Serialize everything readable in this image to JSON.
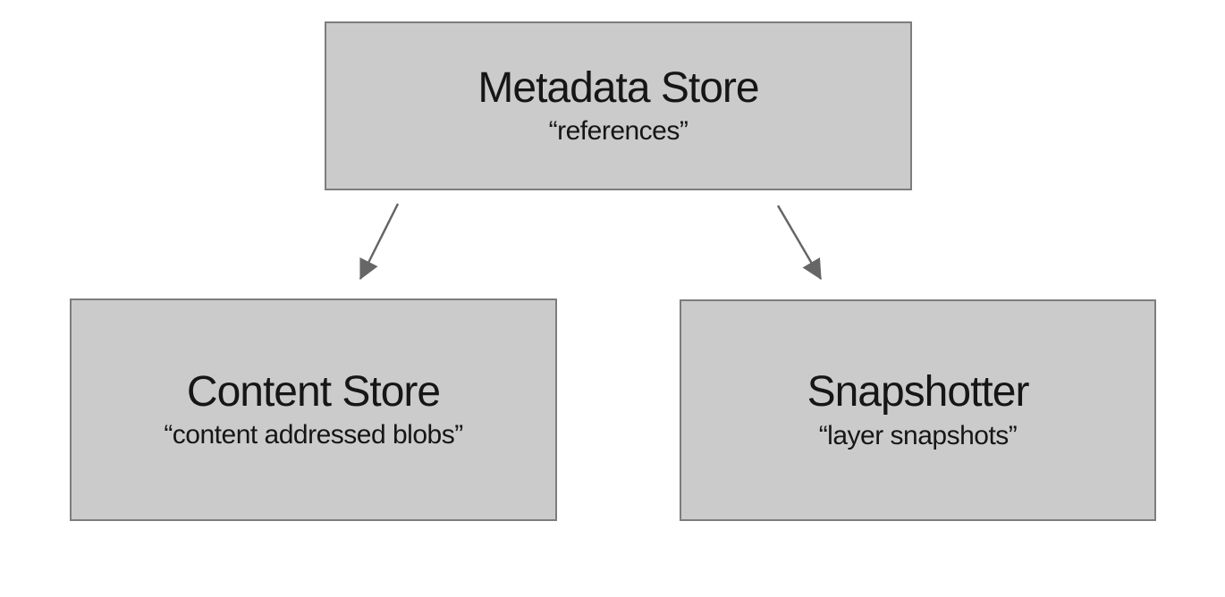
{
  "nodes": [
    {
      "id": "metadata-store",
      "title": "Metadata Store",
      "subtitle": "“references”"
    },
    {
      "id": "content-store",
      "title": "Content Store",
      "subtitle": "“content addressed blobs”"
    },
    {
      "id": "snapshotter",
      "title": "Snapshotter",
      "subtitle": "“layer snapshots”"
    }
  ],
  "edges": [
    {
      "from": "Metadata Store",
      "to": "Content Store"
    },
    {
      "from": "Metadata Store",
      "to": "Snapshotter"
    }
  ],
  "colors": {
    "background": "#ffffff",
    "node_fill": "#cbcbcb",
    "node_border": "#7d7d7d",
    "text": "#161616",
    "arrow": "#666666"
  }
}
